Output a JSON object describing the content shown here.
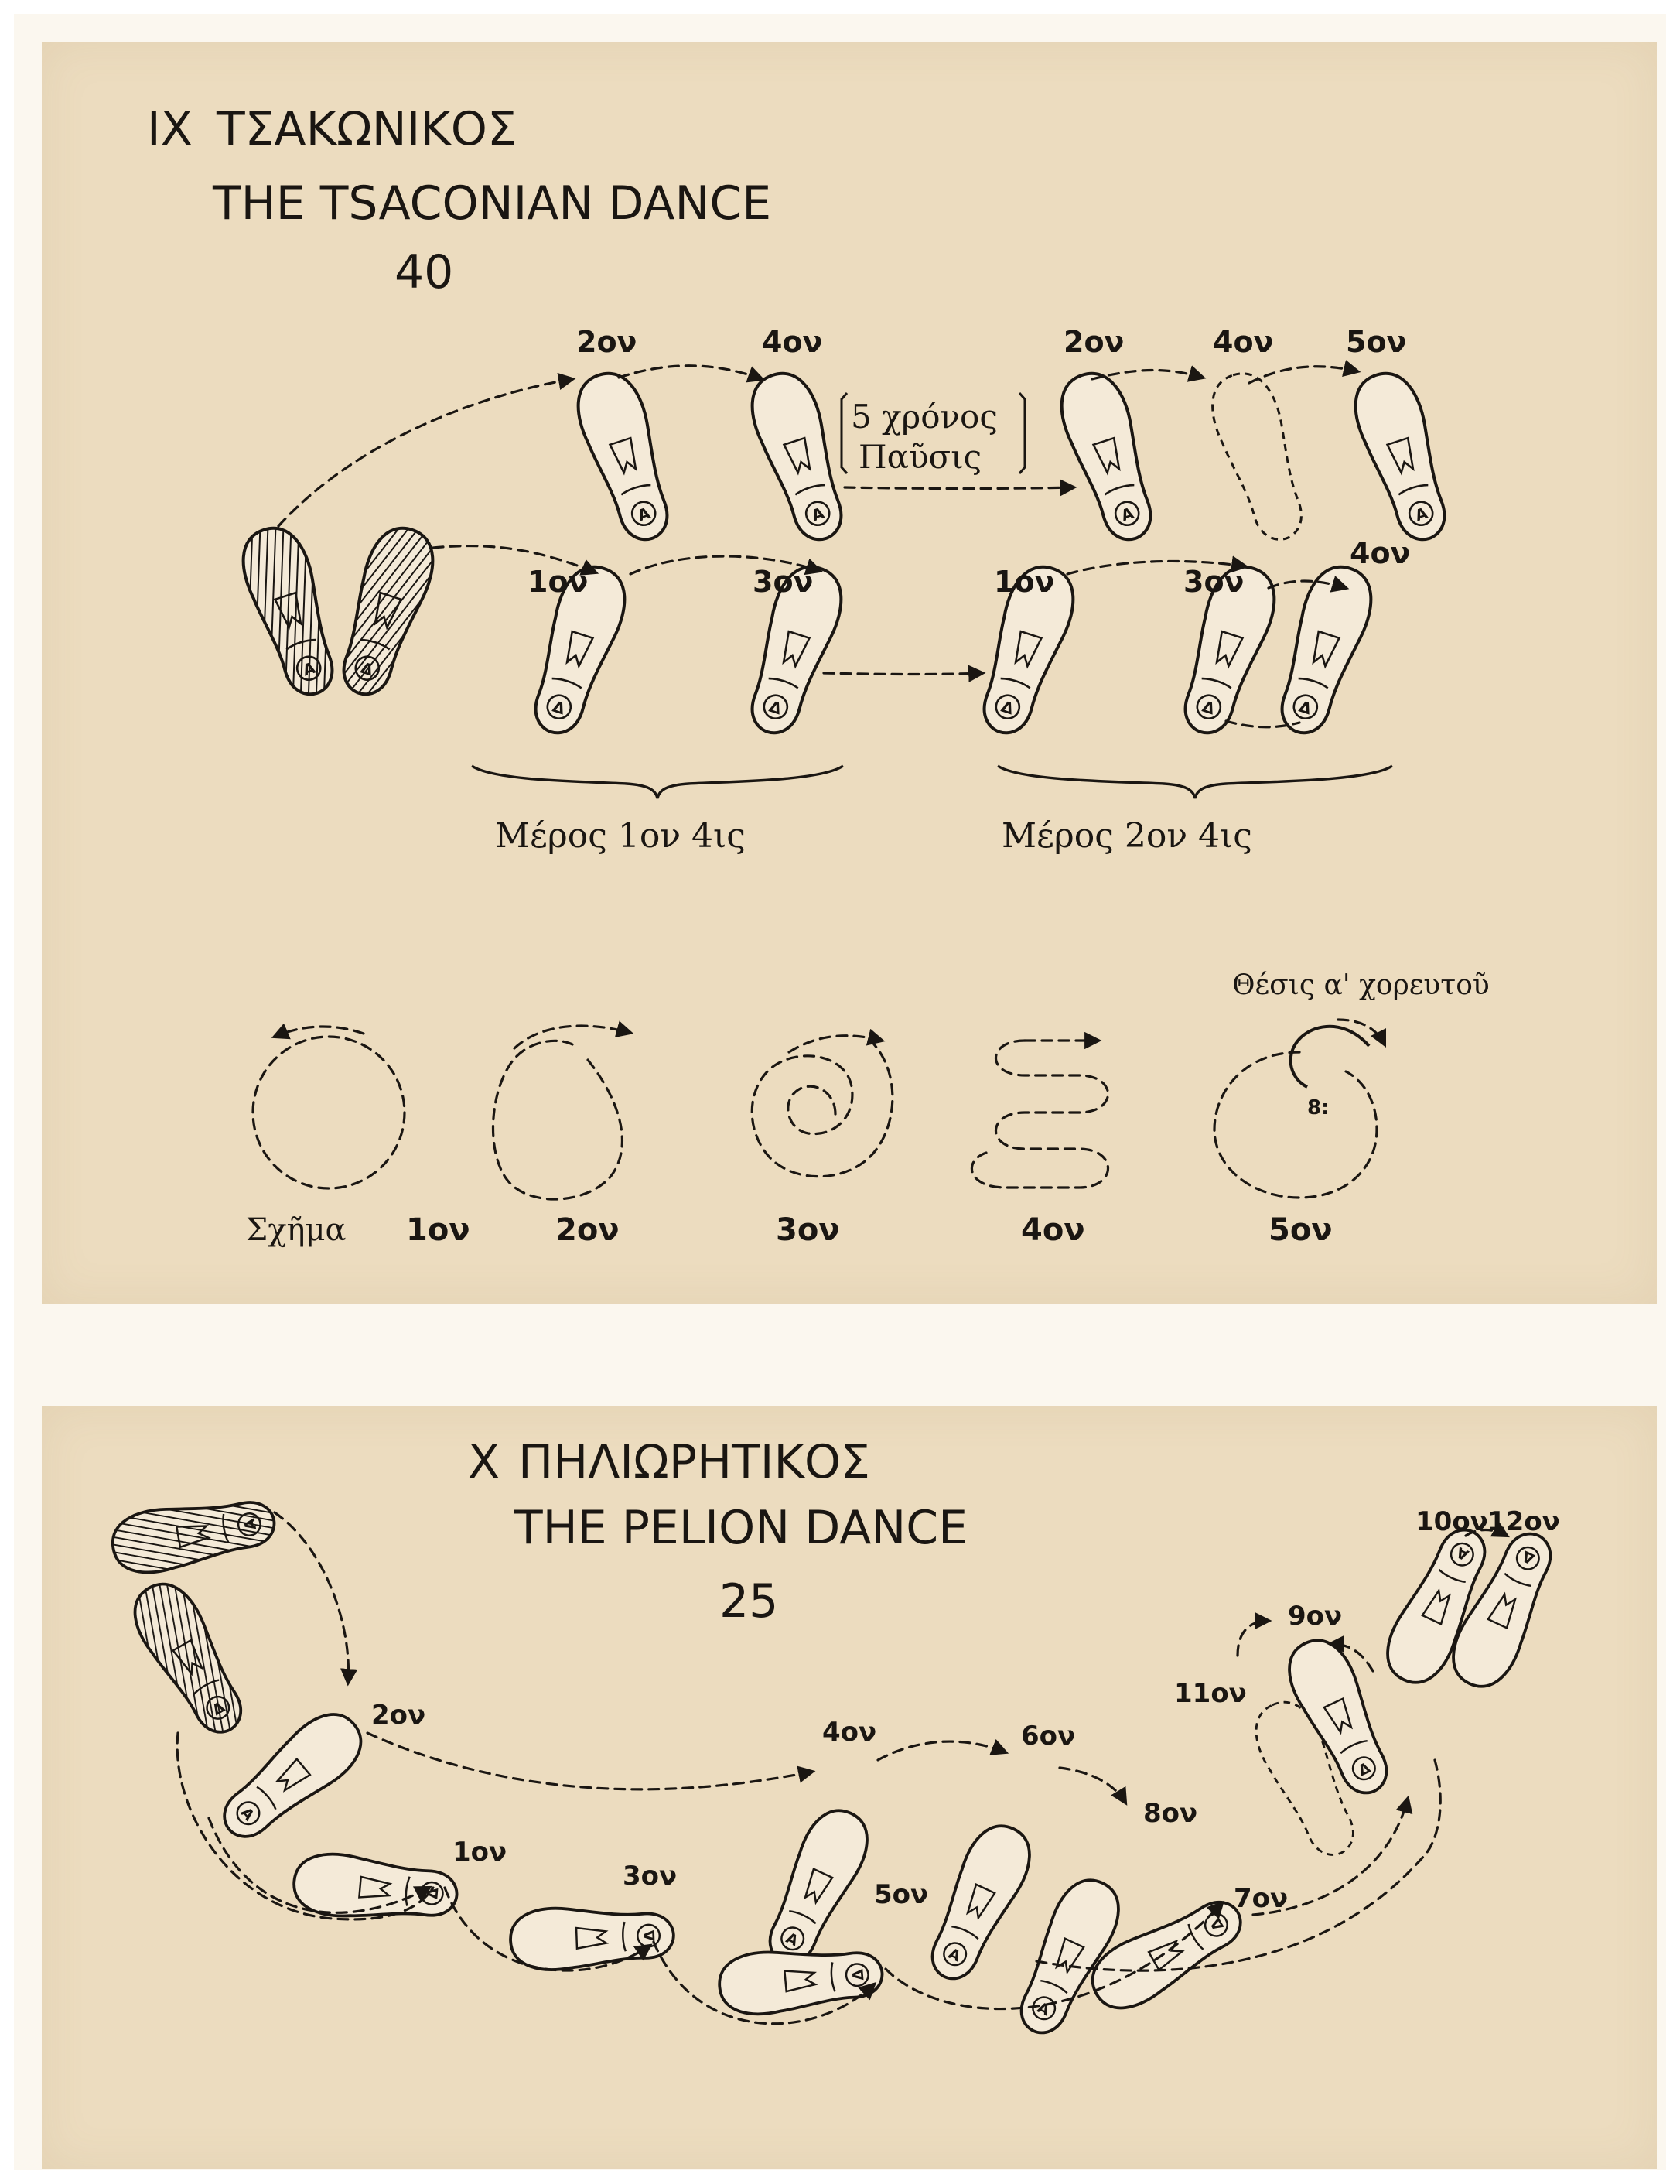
{
  "section_ix": {
    "numeral": "IX",
    "title_greek": "ΤΣΑΚΩΝΙΚΟΣ",
    "title_english": "THE TSACONIAN DANCE",
    "number": "40",
    "step_labels": {
      "upper_left_2": "2ον",
      "upper_left_4": "4ον",
      "upper_right_2": "2ον",
      "upper_right_4": "4ον",
      "upper_right_5": "5ον",
      "lower_left_1": "1ον",
      "lower_left_3": "3ον",
      "lower_right_1": "1ον",
      "lower_right_3": "3ον",
      "lower_right_4": "4ον"
    },
    "pause_note_line1": "5 χρόνος",
    "pause_note_line2": "Παῦσις",
    "foot_letter_right": "Α",
    "foot_letter_left": "Δ",
    "part_1_caption": "Μέρος 1ον 4ις",
    "part_2_caption": "Μέρος 2ον 4ις",
    "figures_prefix": "Σχῆμα",
    "figure_labels": [
      "1ον",
      "2ον",
      "3ον",
      "4ον",
      "5ον"
    ],
    "dancer_position_note": "Θέσις α' χορευτοῦ"
  },
  "section_x": {
    "numeral": "X",
    "title_greek": "ΠΗΛΙΩΡΗΤΙΚΟΣ",
    "title_english": "THE PELION DANCE",
    "number": "25",
    "step_labels": {
      "s1": "1ον",
      "s2": "2ον",
      "s3": "3ον",
      "s4": "4ον",
      "s5": "5ον",
      "s6": "6ον",
      "s7": "7ον",
      "s8": "8ον",
      "s9": "9ον",
      "s10": "10ον",
      "s11": "11ον",
      "s12": "12ον"
    }
  },
  "colors": {
    "paper": "#ecdcbf",
    "ink": "#1a1612"
  }
}
